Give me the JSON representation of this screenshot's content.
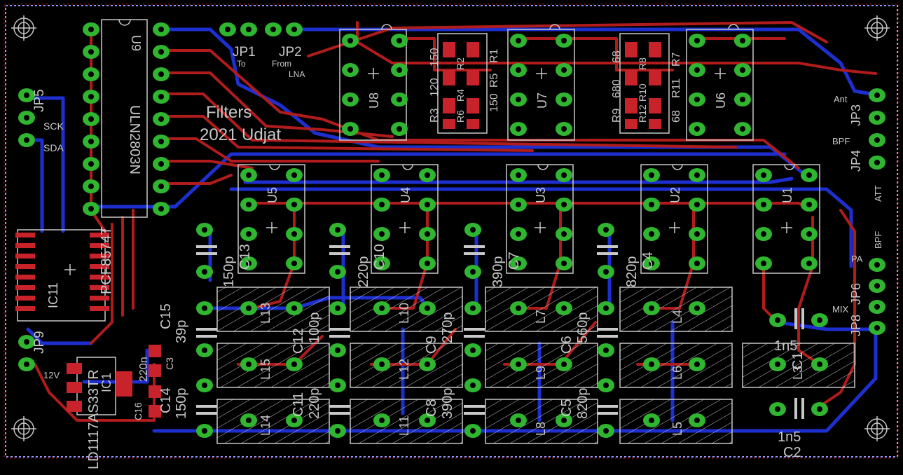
{
  "board": {
    "title_line1": "Filters",
    "title_line2": "2021 Udjat",
    "colors": {
      "background": "#000000",
      "top_copper": "#b01c1c",
      "bottom_copper": "#1e2fd0",
      "pad": "#2fb52f",
      "drill": "#000000",
      "silkscreen": "#c8c8c8",
      "smd_pad": "#c8222a",
      "border": "#b0b0ff"
    }
  },
  "connectors": {
    "JP1": {
      "ref": "JP1",
      "note": "To"
    },
    "JP2": {
      "ref": "JP2",
      "note": "From",
      "note2": "LNA"
    },
    "JP5": {
      "ref": "JP5",
      "pin1": "SCK",
      "pin2": "SDA"
    },
    "JP3": {
      "ref": "JP3",
      "pin1": "Ant"
    },
    "JP4": {
      "ref": "JP4",
      "pin1": "BPF",
      "pin2": "ATT"
    },
    "JP6": {
      "ref": "JP6",
      "pin1": "BPF",
      "pin2": "PA"
    },
    "JP8": {
      "ref": "JP8",
      "pin1": "MIX"
    },
    "JP9": {
      "ref": "JP9",
      "pin1": "12V"
    }
  },
  "ics": {
    "U9": {
      "ref": "U9",
      "part": "ULN2803N"
    },
    "IC1": {
      "ref": "IC1",
      "part": "LD1117AS33TR"
    },
    "IC11": {
      "ref": "IC11",
      "part": "PCF8574T"
    },
    "U8": "U8",
    "U7": "U7",
    "U6": "U6",
    "U5": "U5",
    "U4": "U4",
    "U3": "U3",
    "U2": "U2",
    "U1": "U1"
  },
  "resistors": {
    "R1": "R1",
    "R2": "R2",
    "R3": "R3",
    "R4": "R4",
    "R5": "R5",
    "R6": "R6",
    "R7": "R7",
    "R8": "R8",
    "R9": "R9",
    "R10": "R10",
    "R11": "R11",
    "R12": "R12",
    "v150a": "150",
    "v120": "120",
    "v150b": "150",
    "v68a": "68",
    "v680": "680",
    "v68b": "68"
  },
  "capacitors": {
    "C13": "C13",
    "C10": "C10",
    "C7": "C7",
    "C4": "C4",
    "v150p": "150p",
    "v220p": "220p",
    "v390p": "390p",
    "v820p": "820p",
    "C12": "C12",
    "C9": "C9",
    "C6": "C6",
    "v100p": "100p",
    "v270p": "270p",
    "v560p": "560p",
    "C15": "C15",
    "v39p": "39p",
    "C3": "C3",
    "v220n": "220n",
    "C14": "C14",
    "C16": "C16",
    "v150p_b": "150p",
    "C11": "C11",
    "C8": "C8",
    "C5": "C5",
    "v220p_b": "220p",
    "v390p_b": "390p",
    "v820p_b": "820p",
    "C1": "C1",
    "C2": "C2",
    "v1n5a": "1n5",
    "v1n5b": "1n5"
  },
  "inductors": {
    "L13": "L13",
    "L10": "L10",
    "L7": "L7",
    "L4": "L4",
    "L15": "L15",
    "L12": "L12",
    "L9": "L9",
    "L6": "L6",
    "L3": "L3",
    "L14": "L14",
    "L11": "L11",
    "L8": "L8",
    "L5": "L5"
  }
}
